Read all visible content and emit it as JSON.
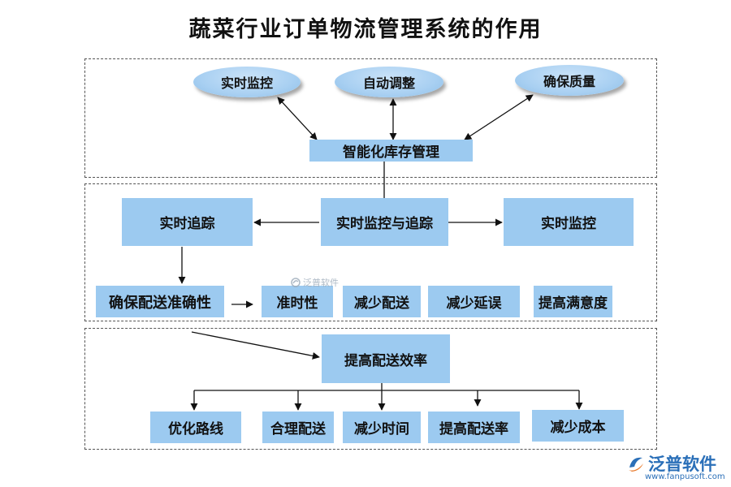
{
  "title": "蔬菜行业订单物流管理系统的作用",
  "section1": {
    "center": "智能化库存管理",
    "ovals": [
      "实时监控",
      "自动调整",
      "确保质量"
    ]
  },
  "section2": {
    "center": "实时监控与追踪",
    "left": "实时追踪",
    "right": "实时监控",
    "sub_label": "确保配送准确性",
    "items": [
      "准时性",
      "减少配送",
      "减少延误",
      "提高满意度"
    ]
  },
  "section3": {
    "center": "提高配送效率",
    "items": [
      "优化路线",
      "合理配送",
      "减少时间",
      "提高配送率",
      "减少成本"
    ]
  },
  "watermark": {
    "center_text": "泛普软件",
    "logo_text": "泛普软件",
    "logo_url": "www.fanpusoft.com"
  },
  "colors": {
    "box_fill": "#9ccaf0",
    "oval_fill": "#a9d0f2",
    "logo_blue": "#2a6fb8"
  }
}
